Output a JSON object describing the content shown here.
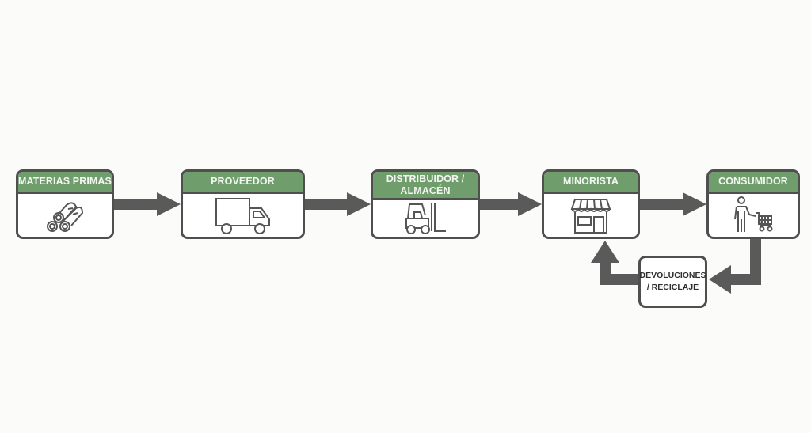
{
  "diagram": {
    "type": "supply-chain-flow",
    "colors": {
      "header_green": "#6f9e6c",
      "border_gray": "#4f4f4f",
      "arrow_gray": "#5a5a5a",
      "background": "#fbfbfa"
    },
    "stages": [
      {
        "id": "raw-materials",
        "label": "MATERIAS PRIMAS",
        "icon": "logs-icon"
      },
      {
        "id": "supplier",
        "label": "PROVEEDOR",
        "icon": "truck-icon"
      },
      {
        "id": "distributor",
        "label_line1": "DISTRIBUIDOR /",
        "label_line2": "ALMACÉN",
        "icon": "forklift-icon"
      },
      {
        "id": "retailer",
        "label": "MINORISTA",
        "icon": "storefront-icon"
      },
      {
        "id": "consumer",
        "label": "CONSUMIDOR",
        "icon": "person-with-cart-icon"
      }
    ],
    "returns": {
      "label_line1": "DEVOLUCIONES",
      "label_line2": "/ RECICLAJE"
    },
    "flows": [
      {
        "from": "raw-materials",
        "to": "supplier"
      },
      {
        "from": "supplier",
        "to": "distributor"
      },
      {
        "from": "distributor",
        "to": "retailer"
      },
      {
        "from": "retailer",
        "to": "consumer"
      },
      {
        "from": "consumer",
        "to": "returns"
      },
      {
        "from": "returns",
        "to": "retailer"
      }
    ]
  }
}
